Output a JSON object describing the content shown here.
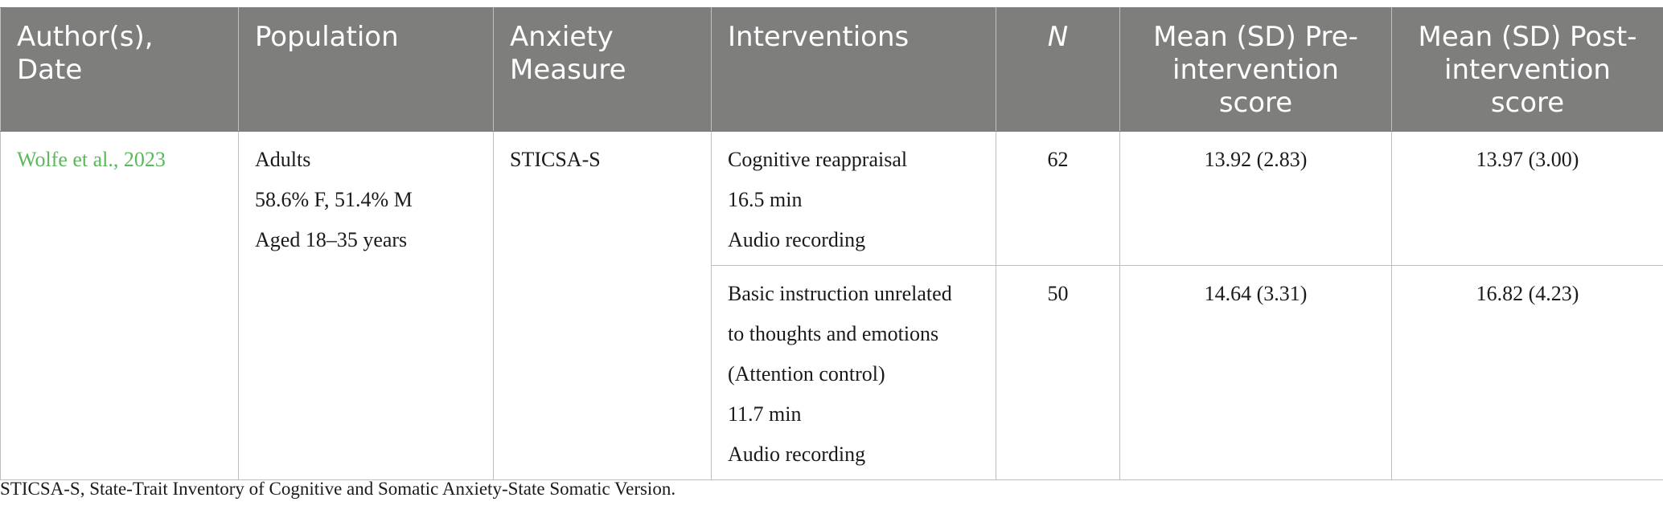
{
  "table": {
    "headers": {
      "author": "Author(s), Date",
      "population": "Population",
      "measure": "Anxiety Measure",
      "interventions": "Interventions",
      "n": "N",
      "pre": "Mean (SD) Pre-intervention score",
      "post": "Mean (SD) Post-intervention score"
    },
    "study": {
      "author": "Wolfe et al., 2023",
      "population": [
        "Adults",
        "58.6% F, 51.4% M",
        "Aged 18–35 years"
      ],
      "measure": "STICSA-S"
    },
    "rows": [
      {
        "interventions": [
          "Cognitive reappraisal",
          "16.5 min",
          "Audio recording"
        ],
        "n": "62",
        "pre": "13.92 (2.83)",
        "post": "13.97 (3.00)"
      },
      {
        "interventions": [
          "Basic instruction unrelated",
          "to thoughts and emotions",
          "(Attention control)",
          "11.7 min",
          "Audio recording"
        ],
        "n": "50",
        "pre": "14.64 (3.31)",
        "post": "16.82 (4.23)"
      }
    ]
  },
  "footnote": "STICSA-S, State-Trait Inventory of Cognitive and Somatic Anxiety-State Somatic Version.",
  "colors": {
    "header_bg": "#7e7f7d",
    "header_text": "#ffffff",
    "link": "#5cb85c",
    "border": "#bfbfbf"
  }
}
